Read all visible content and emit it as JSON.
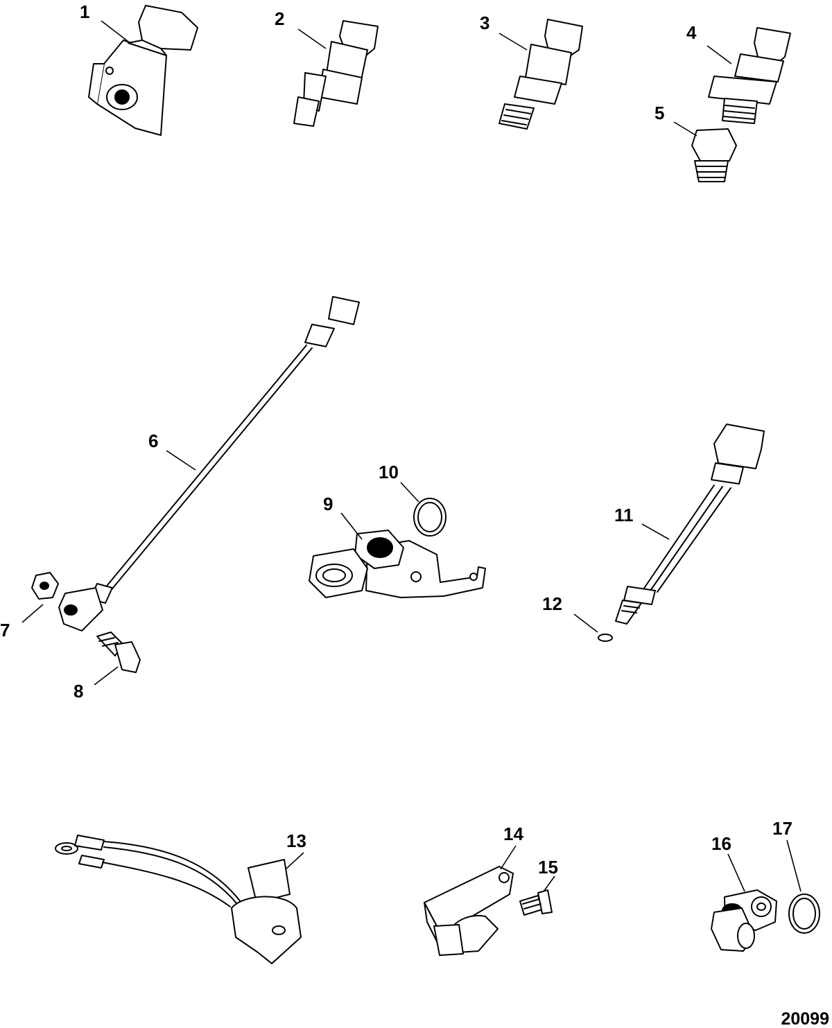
{
  "callouts": {
    "c1": "1",
    "c2": "2",
    "c3": "3",
    "c4": "4",
    "c5": "5",
    "c6": "6",
    "c7": "7",
    "c8": "8",
    "c9": "9",
    "c10": "10",
    "c11": "11",
    "c12": "12",
    "c13": "13",
    "c14": "14",
    "c15": "15",
    "c16": "16",
    "c17": "17"
  },
  "figure_number": "20099",
  "colors": {
    "line": "#000000",
    "background": "#ffffff"
  }
}
